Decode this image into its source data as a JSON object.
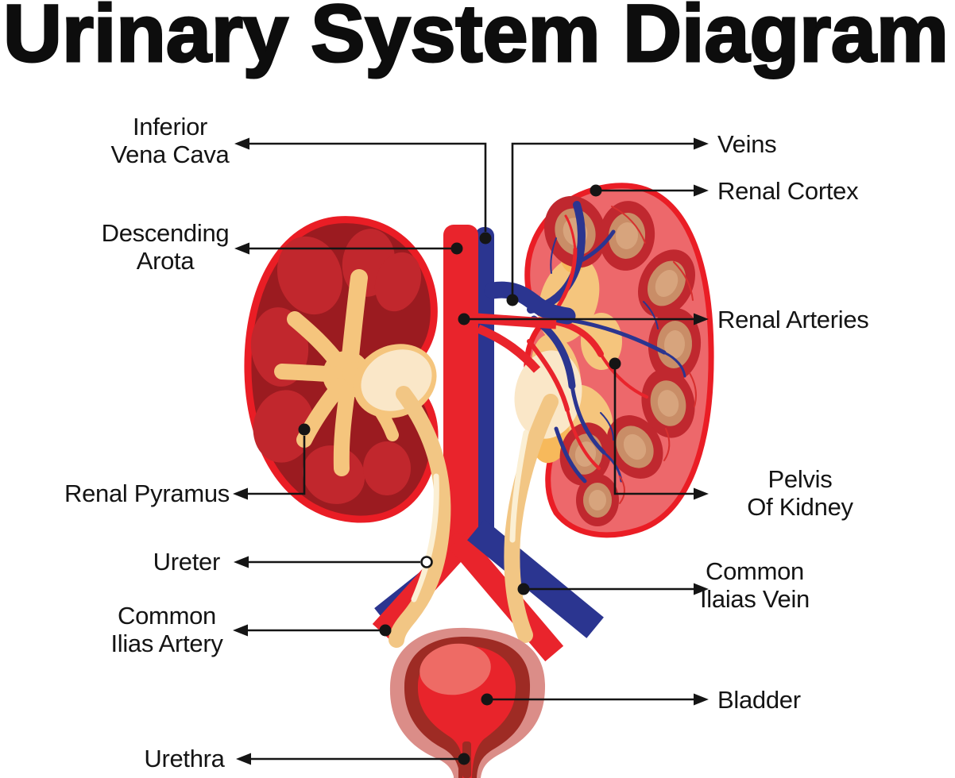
{
  "title": "Urinary System Diagram",
  "labels": {
    "inferior_vena_cava": {
      "lines": [
        "Inferior",
        "Vena Cava"
      ]
    },
    "descending_arota": {
      "lines": [
        "Descending",
        "Arota"
      ]
    },
    "renal_pyramus": {
      "lines": [
        "Renal Pyramus"
      ]
    },
    "ureter": {
      "lines": [
        "Ureter"
      ]
    },
    "common_ilias_artery": {
      "lines": [
        "Common",
        "Ilias Artery"
      ]
    },
    "urethra": {
      "lines": [
        "Urethra"
      ]
    },
    "veins": {
      "lines": [
        "Veins"
      ]
    },
    "renal_cortex": {
      "lines": [
        "Renal Cortex"
      ]
    },
    "renal_arteries": {
      "lines": [
        "Renal Arteries"
      ]
    },
    "pelvis_of_kidney": {
      "lines": [
        "Pelvis",
        "Of Kidney"
      ]
    },
    "common_ilaias_vein": {
      "lines": [
        "Common",
        "Ilaias Vein"
      ]
    },
    "bladder": {
      "lines": [
        "Bladder"
      ]
    }
  },
  "colors": {
    "artery_red": "#E9242C",
    "outline_red": "#EA1D25",
    "vein_blue": "#2B3590",
    "kidney_dark": "#9B1B20",
    "pyramid_red": "#C1272D",
    "kidney_pink": "#ED686B",
    "pyramid_ring": "#C0282F",
    "pyramid_core": "#D7A47D",
    "pelvis_tan": "#F5C57D",
    "cream": "#FAE7C8",
    "ureter_tan": "#F2C684",
    "bladder_outer_pink": "#DB8D88",
    "bladder_wall_maroon": "#9E2B24",
    "bladder_inner_red": "#E8242B",
    "bladder_highlight": "#EE6B65",
    "label_black": "#141414",
    "background": "#FFFFFF"
  }
}
